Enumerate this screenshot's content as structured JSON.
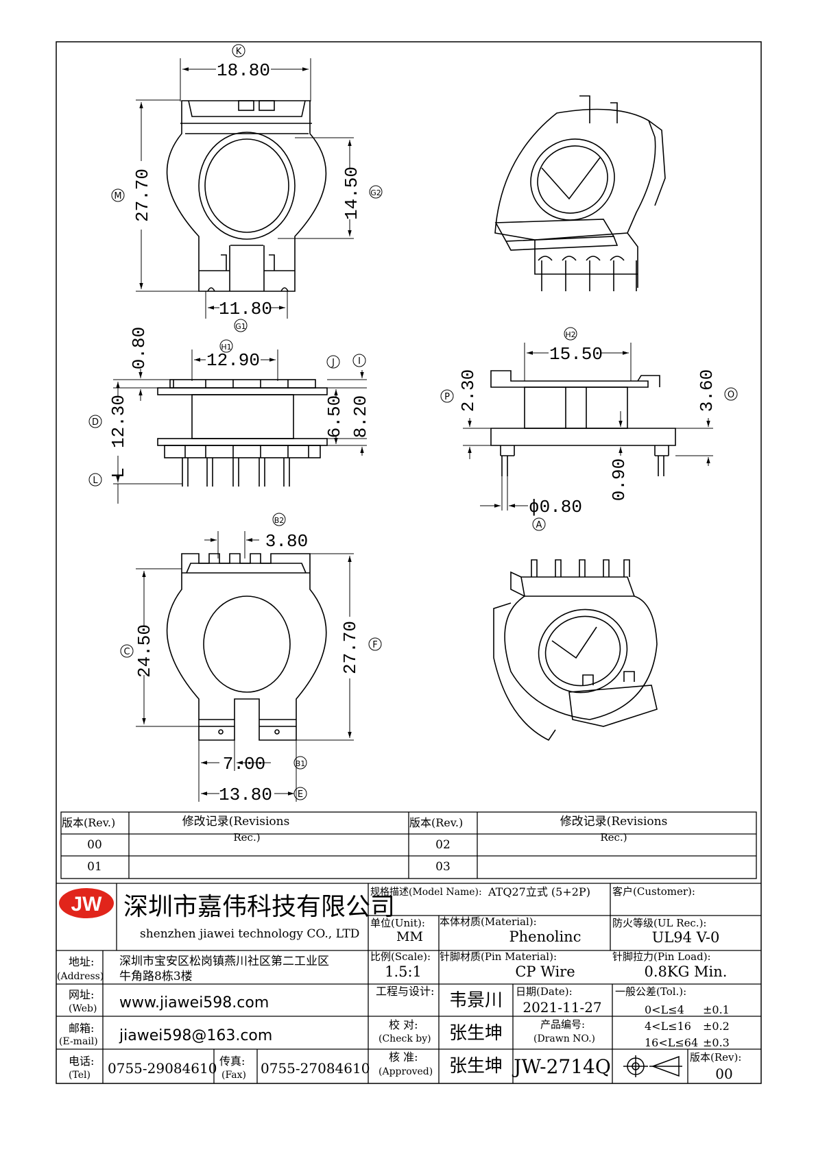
{
  "drawing": {
    "views": {
      "top": {
        "dims": {
          "K": "18.80",
          "M": "27.70",
          "G2": "14.50",
          "G1": "11.80"
        },
        "callouts": {
          "K": "K",
          "M": "M",
          "G2": "G2",
          "G1": "G1"
        }
      },
      "front": {
        "dims": {
          "H1": "12.90",
          "top": "0.80",
          "D": "12.30",
          "J": "6.50",
          "I": "8.20"
        },
        "callouts": {
          "H1": "H1",
          "J": "J",
          "I": "I",
          "D": "D",
          "L_circle": "L",
          "L_letter": "L"
        }
      },
      "side": {
        "dims": {
          "H2": "15.50",
          "P": "2.30",
          "O": "3.60",
          "pin_h": "0.90",
          "A": "ϕ0.80"
        },
        "callouts": {
          "H2": "H2",
          "P": "P",
          "O": "O",
          "A": "A"
        }
      },
      "bottom": {
        "dims": {
          "B2": "3.80",
          "C": "24.50",
          "F": "27.70",
          "B1": "7.00",
          "E": "13.80"
        },
        "callouts": {
          "B2": "B2",
          "C": "C",
          "F": "F",
          "B1": "B1",
          "E": "E"
        }
      }
    }
  },
  "revisions": {
    "col_rev": "版本(Rev.)",
    "col_rec_a": "修改记录(Revisions",
    "col_rec_b": "Rec.)",
    "rows_left": [
      "00",
      "01"
    ],
    "rows_right": [
      "02",
      "03"
    ]
  },
  "title_block": {
    "logo": "JW",
    "company_cn": "深圳市嘉伟科技有限公司",
    "company_en": "shenzhen  jiawei  technology  CO.,  LTD",
    "address_label": "地址:",
    "address_label_en": "(Address)",
    "address_1": "深圳市宝安区松岗镇燕川社区第二工业区",
    "address_2": "牛角路8栋3楼",
    "web_label": "网址:",
    "web_label_en": "(Web)",
    "web": "www.jiawei598.com",
    "email_label": "邮箱:",
    "email_label_en": "(E-mail)",
    "email": "jiawei598@163.com",
    "tel_label": "电话:",
    "tel_label_en": "(Tel)",
    "tel": "0755-29084610",
    "fax_label": "传真:",
    "fax_label_en": "(Fax)",
    "fax": "0755-27084610",
    "model_label": "规格描述(Model Name):",
    "model": "ATQ27立式 (5+2P)",
    "customer_label": "客户(Customer):",
    "unit_label": "单位(Unit):",
    "unit": "MM",
    "material_label": "本体材质(Material):",
    "material": "Phenolinc",
    "ul_label": "防火等级(UL Rec.):",
    "ul": "UL94 V-0",
    "scale_label": "比例(Scale):",
    "scale": "1.5:1",
    "pin_material_label": "针脚材质(Pin Material):",
    "pin_material": "CP Wire",
    "pin_load_label": "针脚拉力(Pin Load):",
    "pin_load": "0.8KG Min.",
    "design_label": "工程与设计:",
    "designer": "韦景川",
    "date_label": "日期(Date):",
    "date": "2021-11-27",
    "tol_label": "一般公差(Tol.):",
    "tol_1_range": "0<L≤4",
    "tol_1_val": "±0.1",
    "tol_2_range": "4<L≤16",
    "tol_2_val": "±0.2",
    "tol_3_range": "16<L≤64",
    "tol_3_val": "±0.3",
    "check_label": "校  对:",
    "check_label_en": "(Check by)",
    "checker": "张生坤",
    "drawn_label": "产品编号:",
    "drawn_label_en": "(Drawn NO.)",
    "approve_label": "核  准:",
    "approve_label_en": "(Approved)",
    "approver": "张生坤",
    "drawing_no": "JW-2714Q",
    "rev_label": "版本(Rev):",
    "rev": "00"
  },
  "colors": {
    "logo_red": "#e1251b",
    "line": "#000000"
  }
}
